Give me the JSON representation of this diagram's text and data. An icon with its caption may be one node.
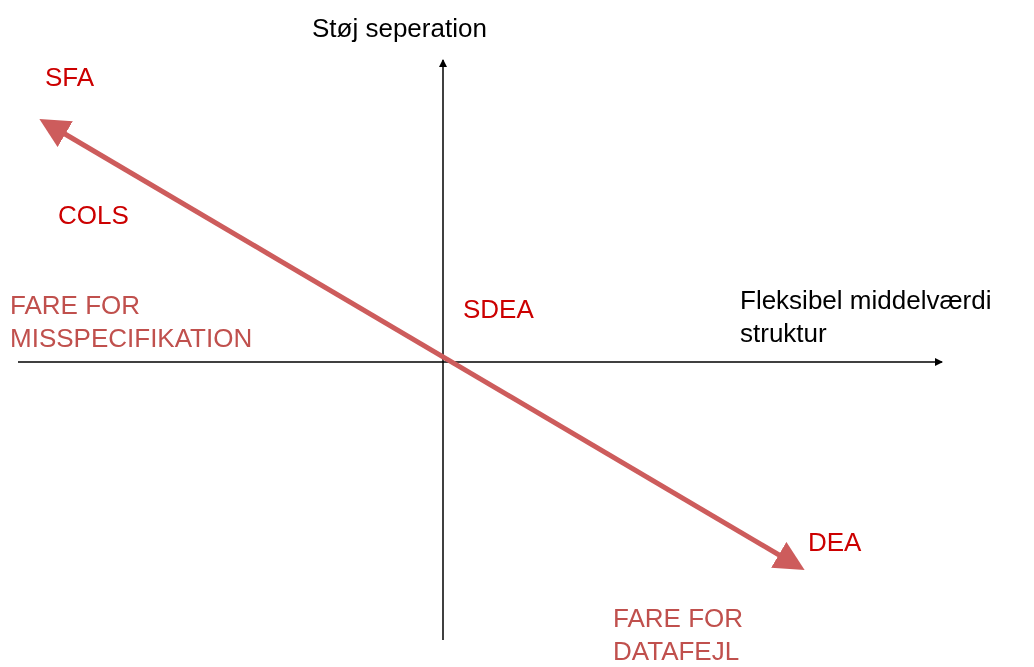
{
  "diagram": {
    "labels": [
      "Støj seperation",
      "SFA",
      "COLS",
      "FARE FOR MISSPECIFIKATION",
      "SDEA",
      "Fleksibel middelværdi struktur",
      "DEA",
      "FARE FOR DATAFEJL"
    ]
  }
}
